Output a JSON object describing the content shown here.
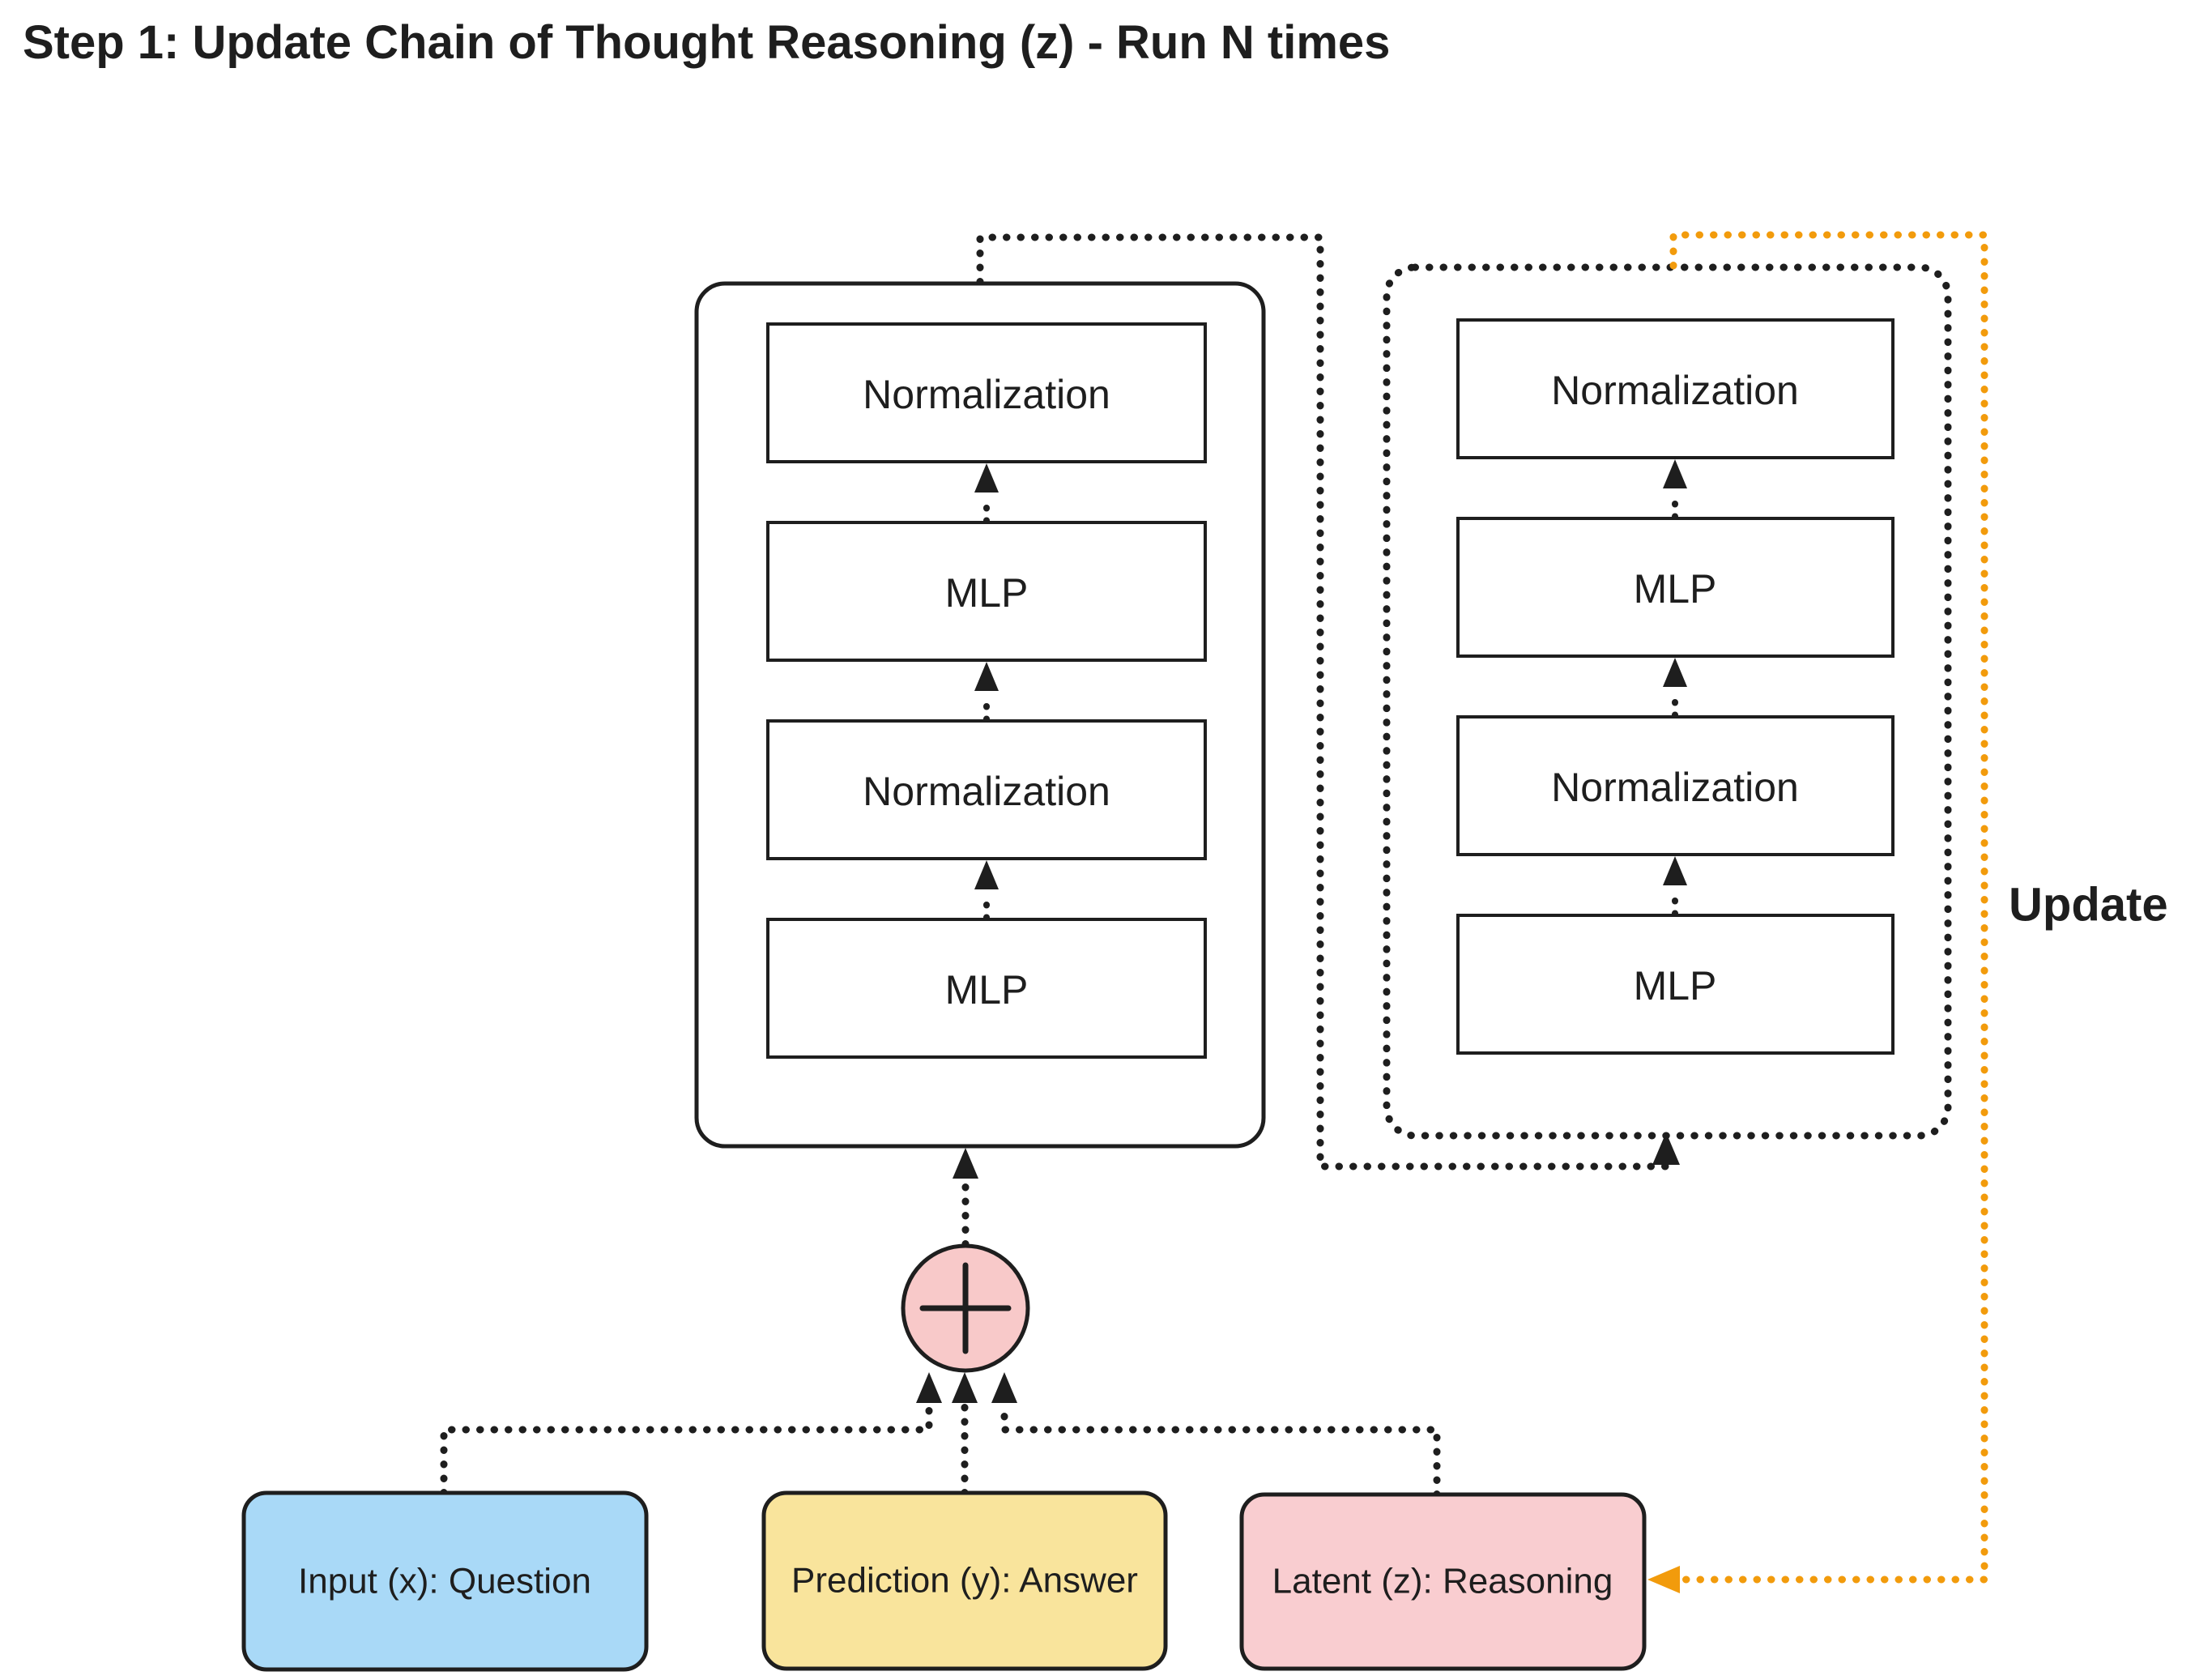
{
  "title": "Step 1: Update Chain of Thought Reasoning (z) - Run N times",
  "left_block": {
    "layers": [
      "Normalization",
      "MLP",
      "Normalization",
      "MLP"
    ]
  },
  "right_block": {
    "layers": [
      "Normalization",
      "MLP",
      "Normalization",
      "MLP"
    ]
  },
  "operator": {
    "symbol": "plus",
    "description": "add-operator"
  },
  "update_label": "Update",
  "io_boxes": {
    "input": "Input (x): Question",
    "prediction": "Prediction (y): Answer",
    "latent": "Latent (z): Reasoning"
  },
  "colors": {
    "title_green": "#2f9e44",
    "line_black": "#1e1e1e",
    "update_orange": "#f29b0c",
    "input_blue": "#a9d9f7",
    "prediction_yellow": "#f9e49c",
    "latent_pink": "#f9cdd0",
    "adder_pink": "#f8c9c9"
  }
}
